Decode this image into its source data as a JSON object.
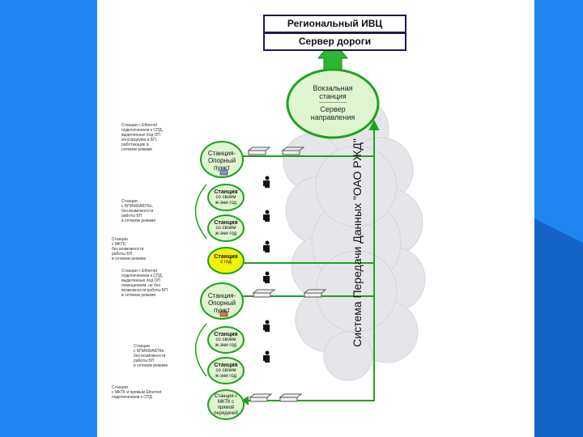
{
  "top_boxes": {
    "box1": "Региональный ИВЦ",
    "box2": "Сервер дороги"
  },
  "hub": {
    "line1": "Вокзальная",
    "line2": "станция",
    "separator": "-----------------",
    "line3": "Сервер",
    "line4": "направления"
  },
  "network_label": "Система Передачи Данных \"ОАО РЖД\"",
  "nodes": {
    "op1": [
      "Станция-",
      "Опорный",
      "пункт"
    ],
    "st1": [
      "Станция",
      "со своим",
      "ж-эни год"
    ],
    "st2": [
      "Станция",
      "со своим",
      "ж-эни год"
    ],
    "st3": [
      "Станция",
      "с год"
    ],
    "op2": [
      "Станция-",
      "Опорный",
      "пункт"
    ],
    "st4": [
      "Станция",
      "со своим",
      "ж-эни год"
    ],
    "st5": [
      "Станция",
      "со своим",
      "ж-эни год"
    ],
    "st6": [
      "Станция с",
      "МКТК с",
      "прямой",
      "передачей"
    ]
  },
  "notes": {
    "n1": [
      "Станции с Ethernet",
      "подключением к СПД,",
      "выделенные под ОП",
      "консорциума и БП,",
      "работающие в",
      "сетевом режиме"
    ],
    "n2": [
      "Станции",
      "с БПИКФ/АБТКе,",
      "без возможности",
      "работы БП",
      "в сетевом режиме"
    ],
    "n3": [
      "Станции",
      "с МКТК,",
      "без возможности",
      "работы БП",
      "в сетевом режиме"
    ],
    "n4": [
      "Станции с Ethernet",
      "подключением к СПД,",
      "выделенные под ОП",
      "помещением, не без",
      "возможности работы БП",
      "в сетевом режиме"
    ],
    "n5": [
      "Станции",
      "с БПИКФ/АБТКе,",
      "без возможности",
      "работы БП",
      "в сетевом режиме"
    ],
    "n6": [
      "Станции",
      "с МКТК и прямым Ethernet",
      "подключением к СПД"
    ]
  },
  "colors": {
    "background": "#1f86f2",
    "panel": "#ffffff",
    "node_fill": "#dff5d0",
    "node_border": "#1fa21f",
    "highlight_node": "#f2f20a",
    "link_line": "#1fa21f",
    "cloud": "#e6e6ea"
  }
}
